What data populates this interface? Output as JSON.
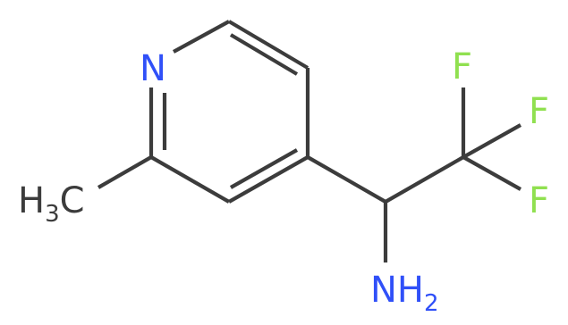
{
  "molecule": {
    "atoms": {
      "ring_nitrogen": "N",
      "methyl": {
        "main": "H",
        "subscript": "3",
        "tail": "C"
      },
      "fluorine_top": "F",
      "fluorine_right": "F",
      "fluorine_bottom": "F",
      "amine": {
        "main": "NH",
        "subscript": "2"
      }
    },
    "colors": {
      "bond": "#3c3c3c",
      "carbon_text": "#3c3c3c",
      "nitrogen": "#3050f8",
      "fluorine": "#90e050",
      "background": "#ffffff"
    }
  }
}
